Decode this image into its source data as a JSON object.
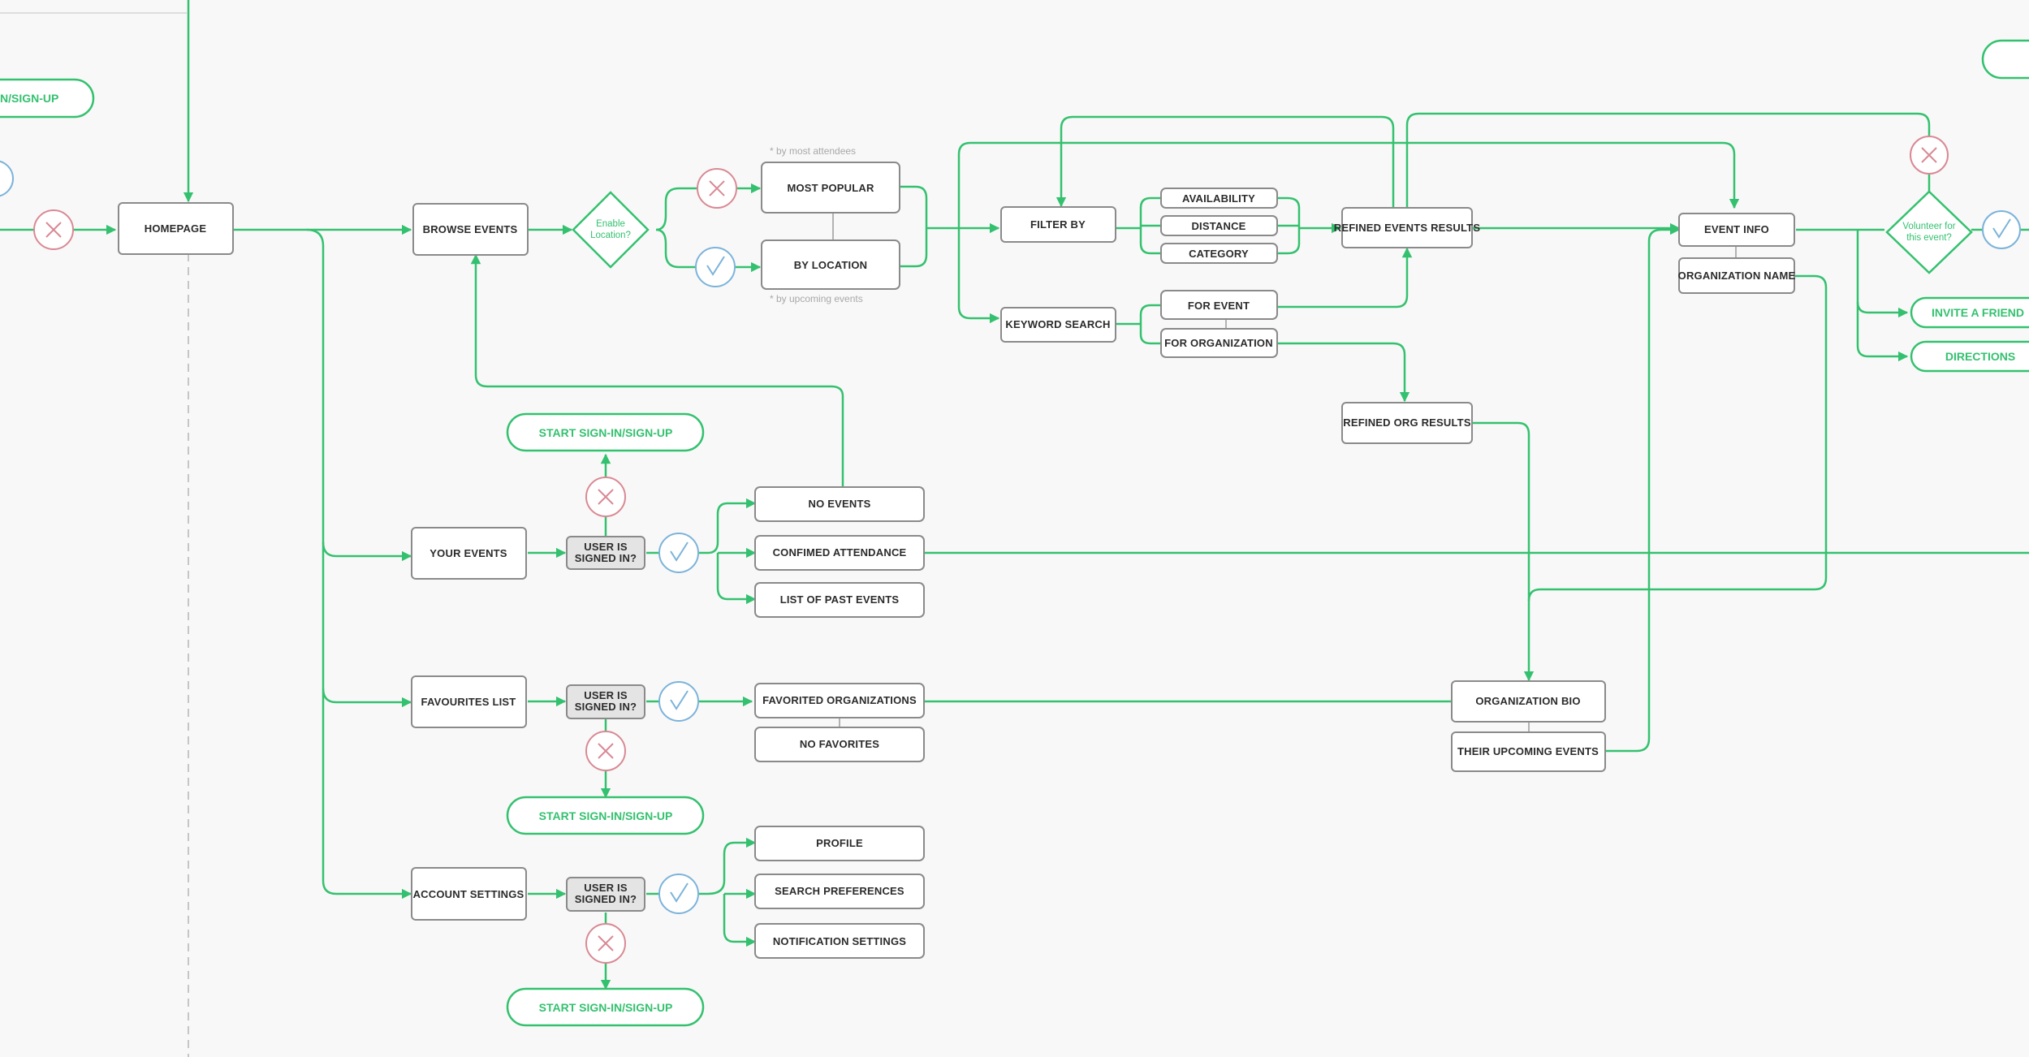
{
  "labels": {
    "homepage": "HOMEPAGE",
    "browse_events": "BROWSE EVENTS",
    "most_popular": "MOST POPULAR",
    "by_location": "BY LOCATION",
    "filter_by": "FILTER BY",
    "availability": "AVAILABILITY",
    "distance": "DISTANCE",
    "category": "CATEGORY",
    "keyword_search": "KEYWORD SEARCH",
    "for_event": "FOR EVENT",
    "for_organization": "FOR ORGANIZATION",
    "refined_events_results": "REFINED EVENTS RESULTS",
    "refined_org_results": "REFINED ORG RESULTS",
    "event_info": "EVENT INFO",
    "organization_name": "ORGANIZATION NAME",
    "your_events": "YOUR EVENTS",
    "no_events": "NO EVENTS",
    "confirmed_attendance": "CONFIMED ATTENDANCE",
    "list_past_events": "LIST OF PAST EVENTS",
    "favourites_list": "FAVOURITES LIST",
    "favorited_organizations": "FAVORITED ORGANIZATIONS",
    "no_favorites": "NO FAVORITES",
    "account_settings": "ACCOUNT SETTINGS",
    "profile": "PROFILE",
    "search_preferences": "SEARCH PREFERENCES",
    "notification_settings": "NOTIFICATION SETTINGS",
    "organization_bio": "ORGANIZATION BIO",
    "their_upcoming_events": "THEIR UPCOMING EVENTS",
    "signed_in_1": "USER IS",
    "signed_in_2": "SIGNED IN?",
    "start_signin": "START SIGN-IN/SIGN-UP",
    "signup_partial": "N/SIGN-UP",
    "invite_friend": "INVITE A FRIEND",
    "directions": "DIRECTIONS",
    "enable_location_1": "Enable",
    "enable_location_2": "Location?",
    "volunteer_1": "Volunteer for",
    "volunteer_2": "this event?",
    "note_most_attendees": "* by most attendees",
    "note_upcoming": "* by upcoming events"
  },
  "colors": {
    "flow": "#34c16f",
    "decision_no": "#d98994",
    "decision_yes": "#7cb3da",
    "box_border": "#8a8a8a"
  }
}
